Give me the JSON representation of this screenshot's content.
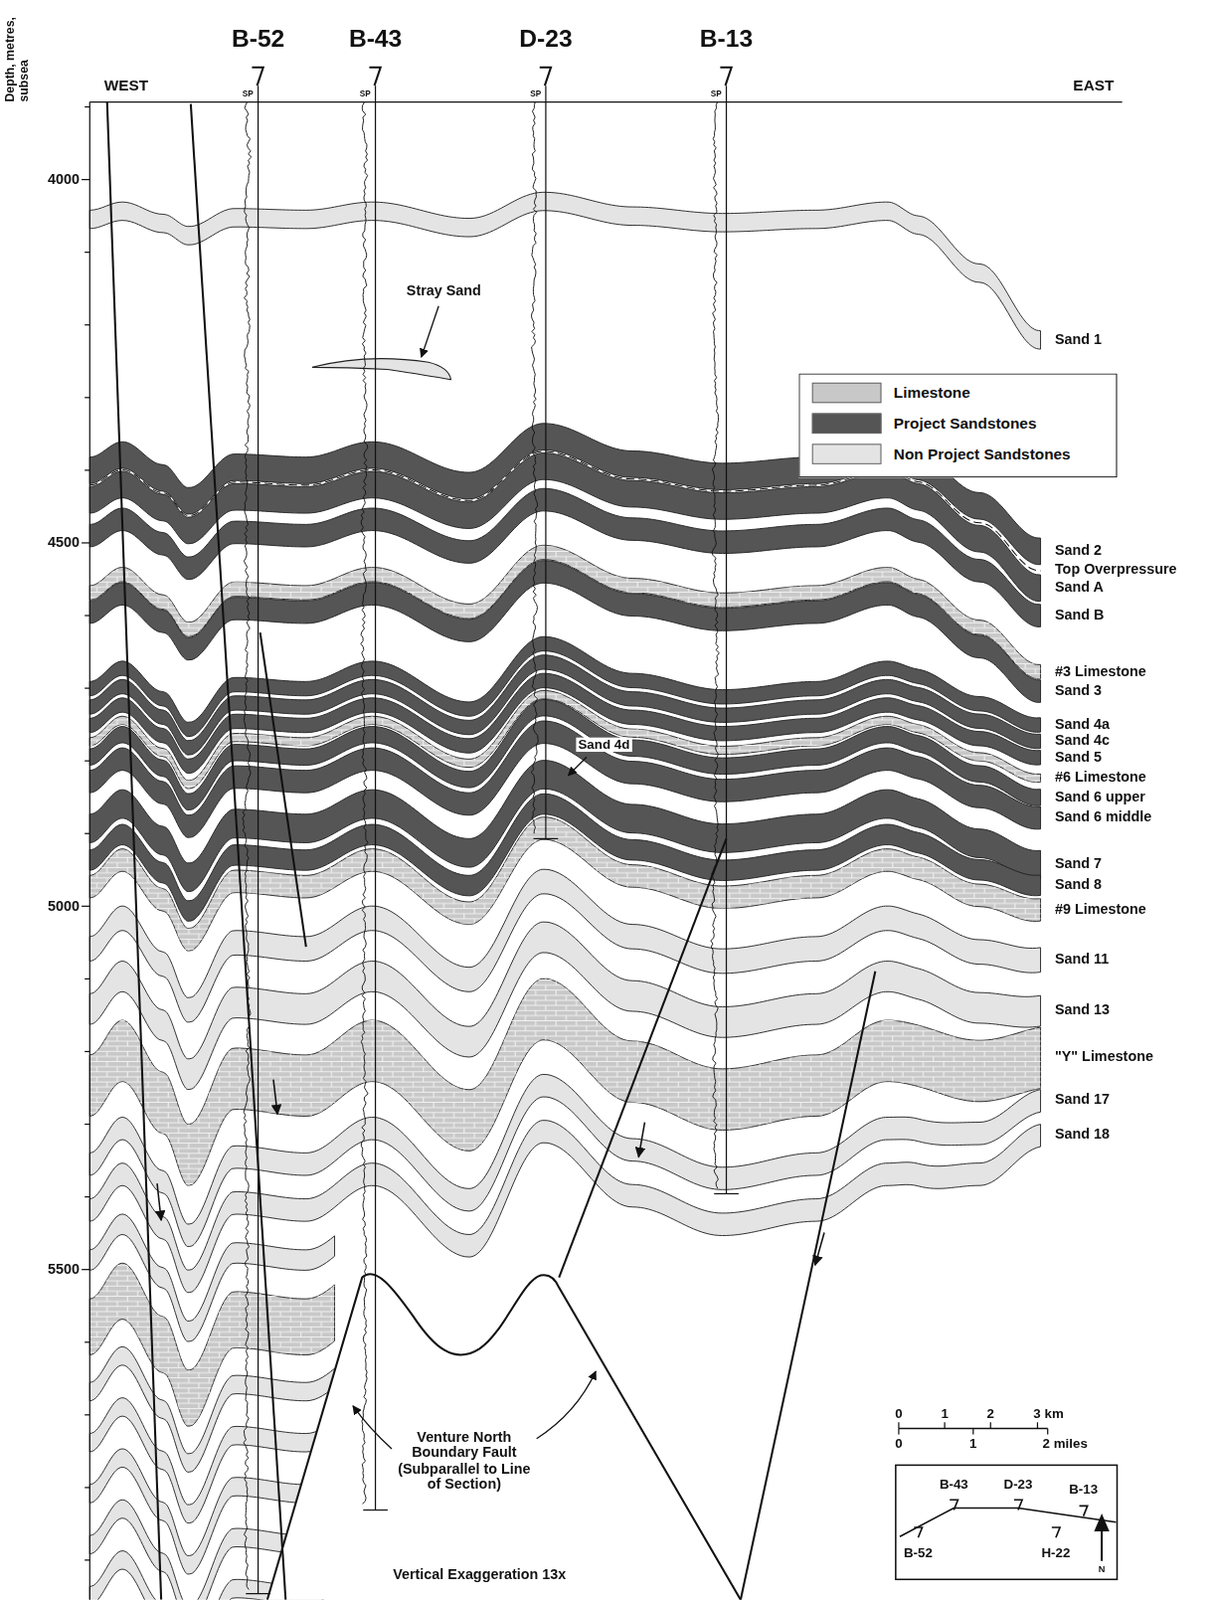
{
  "diagram": {
    "labels": [
      "Depth, metres, subsea",
      "B-52",
      "B-43",
      "D-23",
      "B-13",
      "WEST",
      "EAST",
      "SP",
      "SP",
      "SP",
      "SP",
      "4000",
      "4500",
      "5000",
      "5500",
      "Stray Sand",
      "Sand 1",
      "Sand 2",
      "Top Overpressure",
      "Sand A",
      "Sand B",
      "#3 Limestone",
      "Sand 3",
      "Sand 4a",
      "Sand 4c",
      "Sand 5",
      "#6 Limestone",
      "Sand 6 upper",
      "Sand 6 middle",
      "Sand 7",
      "Sand 8",
      "#9 Limestone",
      "Sand 11",
      "Sand 13",
      "\"Y\" Limestone",
      "Sand 17",
      "Sand 18",
      "Sand 4d",
      "Venture North Boundary Fault (Subparallel to Line of Section)",
      "Vertical Exaggeration 13x",
      "0",
      "1",
      "2",
      "3 km",
      "0",
      "1",
      "2 miles",
      "B-43",
      "D-23",
      "B-13",
      "B-52",
      "H-22",
      "N"
    ],
    "legend": [
      {
        "text": "Limestone",
        "color": "#c8c8c8"
      },
      {
        "text": "Project Sandstones",
        "color": "#555555"
      },
      {
        "text": "Non Project Sandstones",
        "color": "#e4e4e4"
      }
    ]
  }
}
